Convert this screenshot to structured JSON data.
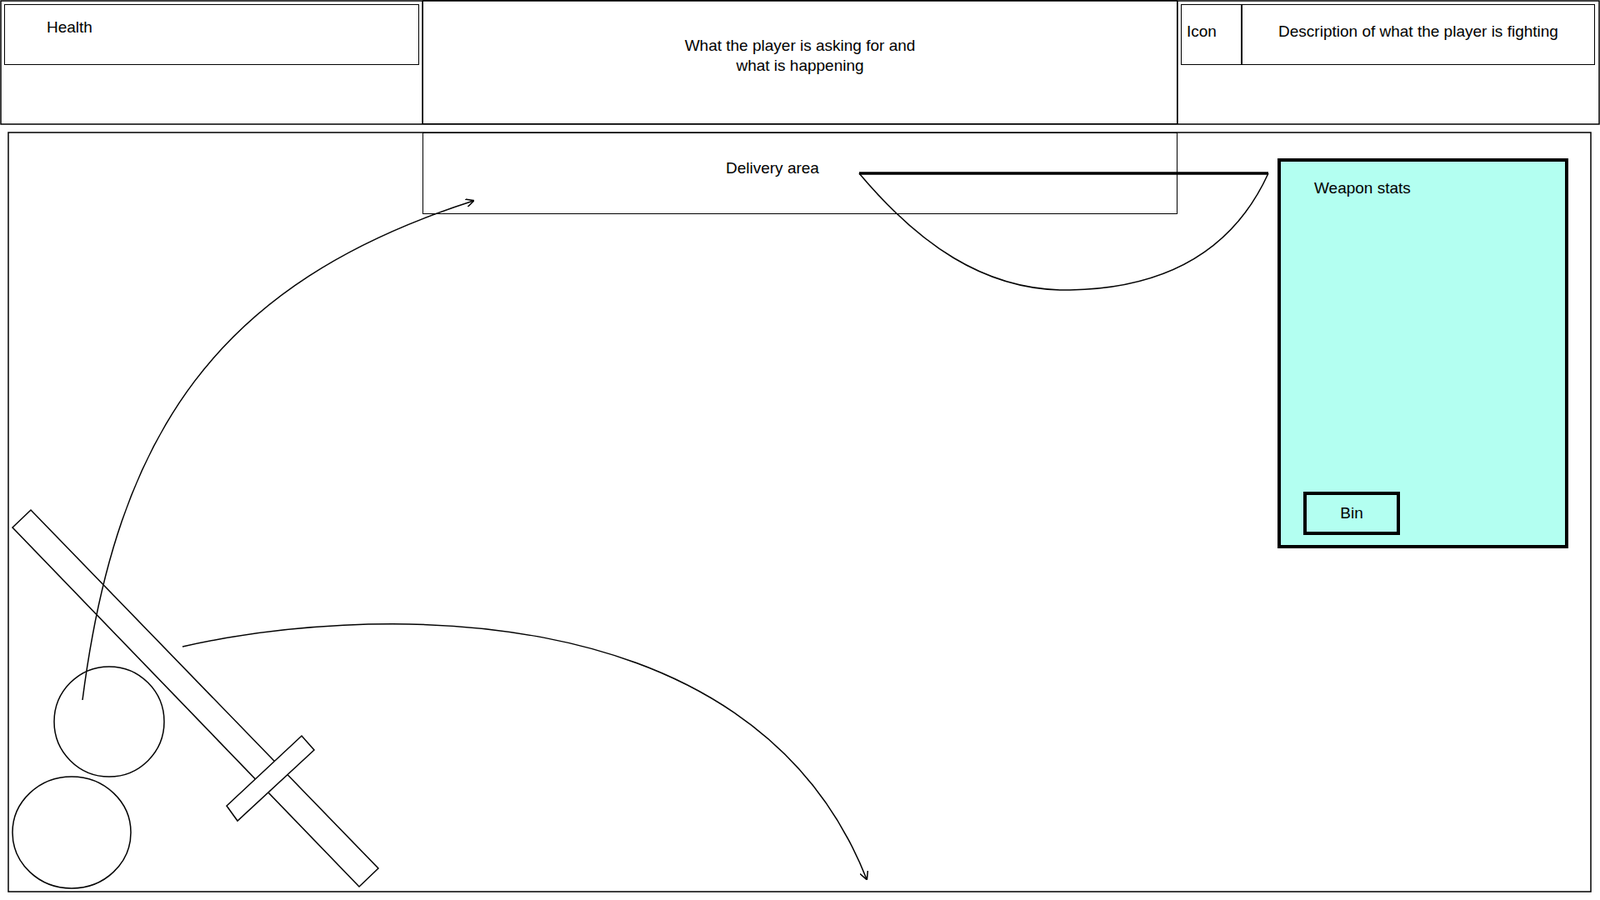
{
  "diagram": {
    "nodes": [
      {
        "text": [
          "Health"
        ]
      },
      {
        "text": [
          "What the player is asking for and what is happening"
        ]
      },
      {
        "text": [
          "Icon"
        ]
      },
      {
        "text": [
          "Description of what the player is fighting"
        ]
      },
      {
        "text": [
          "Delivery area"
        ]
      },
      {
        "text": [
          "Weapon stats"
        ]
      },
      {
        "text": [
          "Bin"
        ],
        "in": 5
      }
    ]
  }
}
